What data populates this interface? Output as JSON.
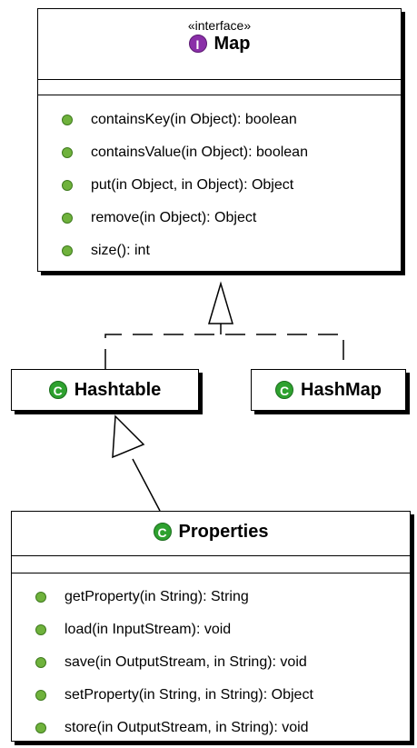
{
  "map": {
    "stereotype": "«interface»",
    "badge": "I",
    "name": "Map",
    "methods": [
      "containsKey(in Object): boolean",
      "containsValue(in Object): boolean",
      "put(in Object, in Object): Object",
      "remove(in Object): Object",
      "size(): int"
    ]
  },
  "hashtable": {
    "badge": "C",
    "name": "Hashtable"
  },
  "hashmap": {
    "badge": "C",
    "name": "HashMap"
  },
  "properties": {
    "badge": "C",
    "name": "Properties",
    "methods": [
      "getProperty(in String): String",
      "load(in InputStream): void",
      "save(in OutputStream, in String): void",
      "setProperty(in String, in String): Object",
      "store(in OutputStream, in String): void"
    ]
  },
  "colors": {
    "interface_badge": "#8a2fa8",
    "class_badge": "#2ea12f",
    "method_dot": "#6fb23c"
  }
}
